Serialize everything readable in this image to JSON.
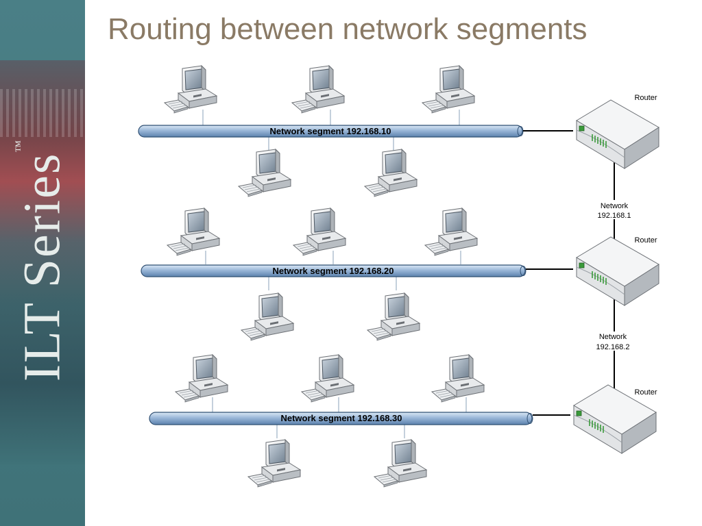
{
  "slide": {
    "title": "Routing between network segments",
    "brand": "ILT Series",
    "brand_mark": "™"
  },
  "diagram": {
    "segments": [
      {
        "label": "Network segment 192.168.10"
      },
      {
        "label": "Network segment 192.168.20"
      },
      {
        "label": "Network segment 192.168.30"
      }
    ],
    "routers": [
      {
        "label": "Router"
      },
      {
        "label": "Router"
      },
      {
        "label": "Router"
      }
    ],
    "links": [
      {
        "line1": "Network",
        "line2": "192.168.1"
      },
      {
        "line1": "Network",
        "line2": "192.168.2"
      }
    ]
  },
  "colors": {
    "title": "#8a7a65",
    "segment_bar": "#9ab7d8",
    "segment_border": "#2f4f72",
    "sidebar": "#3f7278"
  },
  "icons": [
    "computer-icon",
    "router-icon"
  ]
}
